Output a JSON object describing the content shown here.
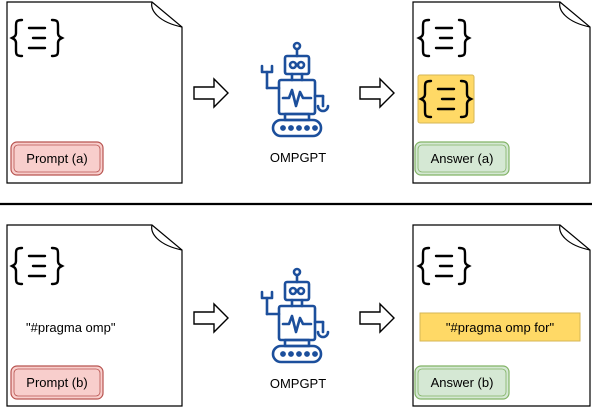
{
  "rows": [
    {
      "prompt_tag": "Prompt (a)",
      "prompt_text": "",
      "model": "OMPGPT",
      "answer_tag": "Answer (a)",
      "answer_text": ""
    },
    {
      "prompt_tag": "Prompt (b)",
      "prompt_text": "\"#pragma omp\"",
      "model": "OMPGPT",
      "answer_tag": "Answer (b)",
      "answer_text": "\"#pragma omp for\""
    }
  ],
  "colors": {
    "prompt_fill": "#f8cecc",
    "prompt_stroke": "#b85450",
    "answer_fill": "#d5e8d4",
    "answer_stroke": "#82b366",
    "highlight_fill": "#ffd966",
    "highlight_stroke": "#d6b656",
    "robot_blue": "#1c4f9c",
    "divider": "#000000"
  },
  "icons": {
    "document": "document-icon",
    "code_braces": "code-braces-icon",
    "arrow": "arrow-right-icon",
    "robot": "robot-icon"
  }
}
